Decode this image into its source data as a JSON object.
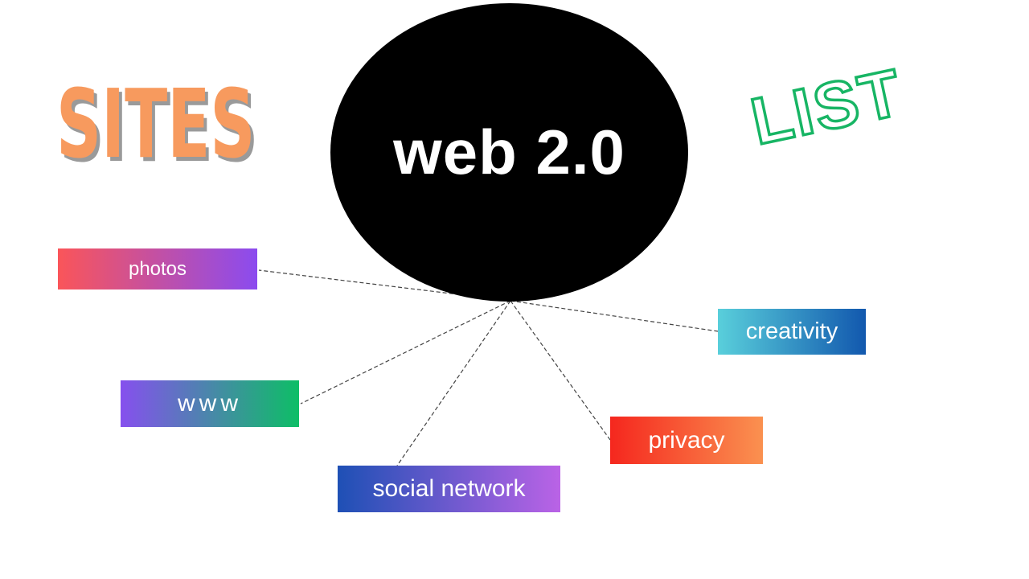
{
  "title_node": {
    "label": "web 2.0",
    "fill": "#000000",
    "text_color": "#ffffff"
  },
  "word_art": {
    "sites": {
      "text": "SITES",
      "color": "#F79A5E",
      "shadow_color": "#9A9A9A"
    },
    "list": {
      "text": "LIST",
      "outline_color": "#17B564",
      "fill_color": "#ffffff"
    }
  },
  "nodes": [
    {
      "id": "photos",
      "label": "photos",
      "gradient_from": "#FA5559",
      "gradient_to": "#8B4BEF",
      "text_color": "#ffffff"
    },
    {
      "id": "www",
      "label": "www",
      "gradient_from": "#8650EE",
      "gradient_to": "#0DBE66",
      "text_color": "#ffffff"
    },
    {
      "id": "social-network",
      "label": "social network",
      "gradient_from": "#1E50B5",
      "gradient_to": "#BA63E6",
      "text_color": "#ffffff"
    },
    {
      "id": "privacy",
      "label": "privacy",
      "gradient_from": "#F5271E",
      "gradient_to": "#FA9150",
      "text_color": "#ffffff"
    },
    {
      "id": "creativity",
      "label": "creativity",
      "gradient_from": "#59CFDB",
      "gradient_to": "#1258AE",
      "text_color": "#ffffff"
    }
  ],
  "connector_style": {
    "color": "#444444",
    "style": "dashed"
  }
}
